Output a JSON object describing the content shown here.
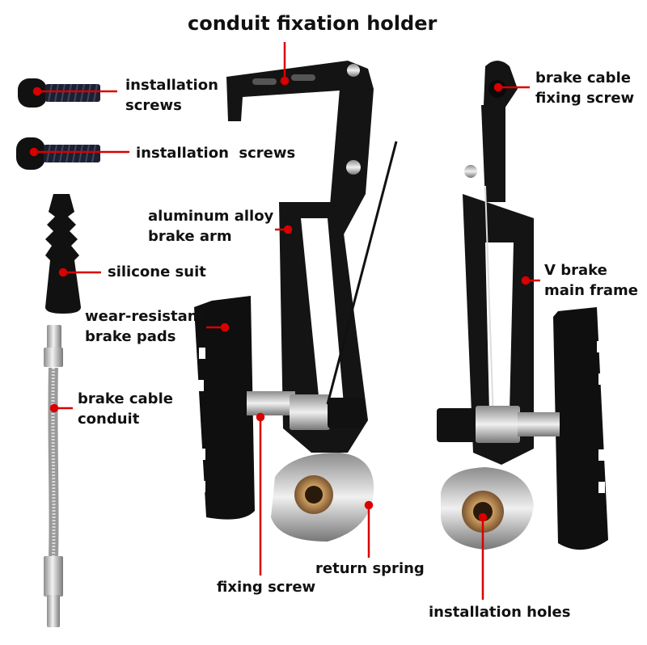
{
  "title": "conduit fixation holder",
  "labels": {
    "installation_screws_1": "installation\nscrews",
    "installation_screws_2": "installation  screws",
    "aluminum_alloy_arm": "aluminum alloy\nbrake arm",
    "silicone_suit": "silicone suit",
    "wear_resistant_pads": "wear-resistant\nbrake pads",
    "brake_cable_conduit": "brake cable\nconduit",
    "brake_cable_fixing_screw": "brake cable\nfixing screw",
    "v_brake_main_frame": "V brake\nmain frame",
    "return_spring": "return spring",
    "fixing_screw": "fixing screw",
    "installation_holes": "installation holes"
  },
  "colors": {
    "leader_line": "#d80000",
    "part_black": "#111111",
    "metal_silver": "#c4c4c4",
    "brass": "#b58a4e",
    "text": "#111111"
  }
}
